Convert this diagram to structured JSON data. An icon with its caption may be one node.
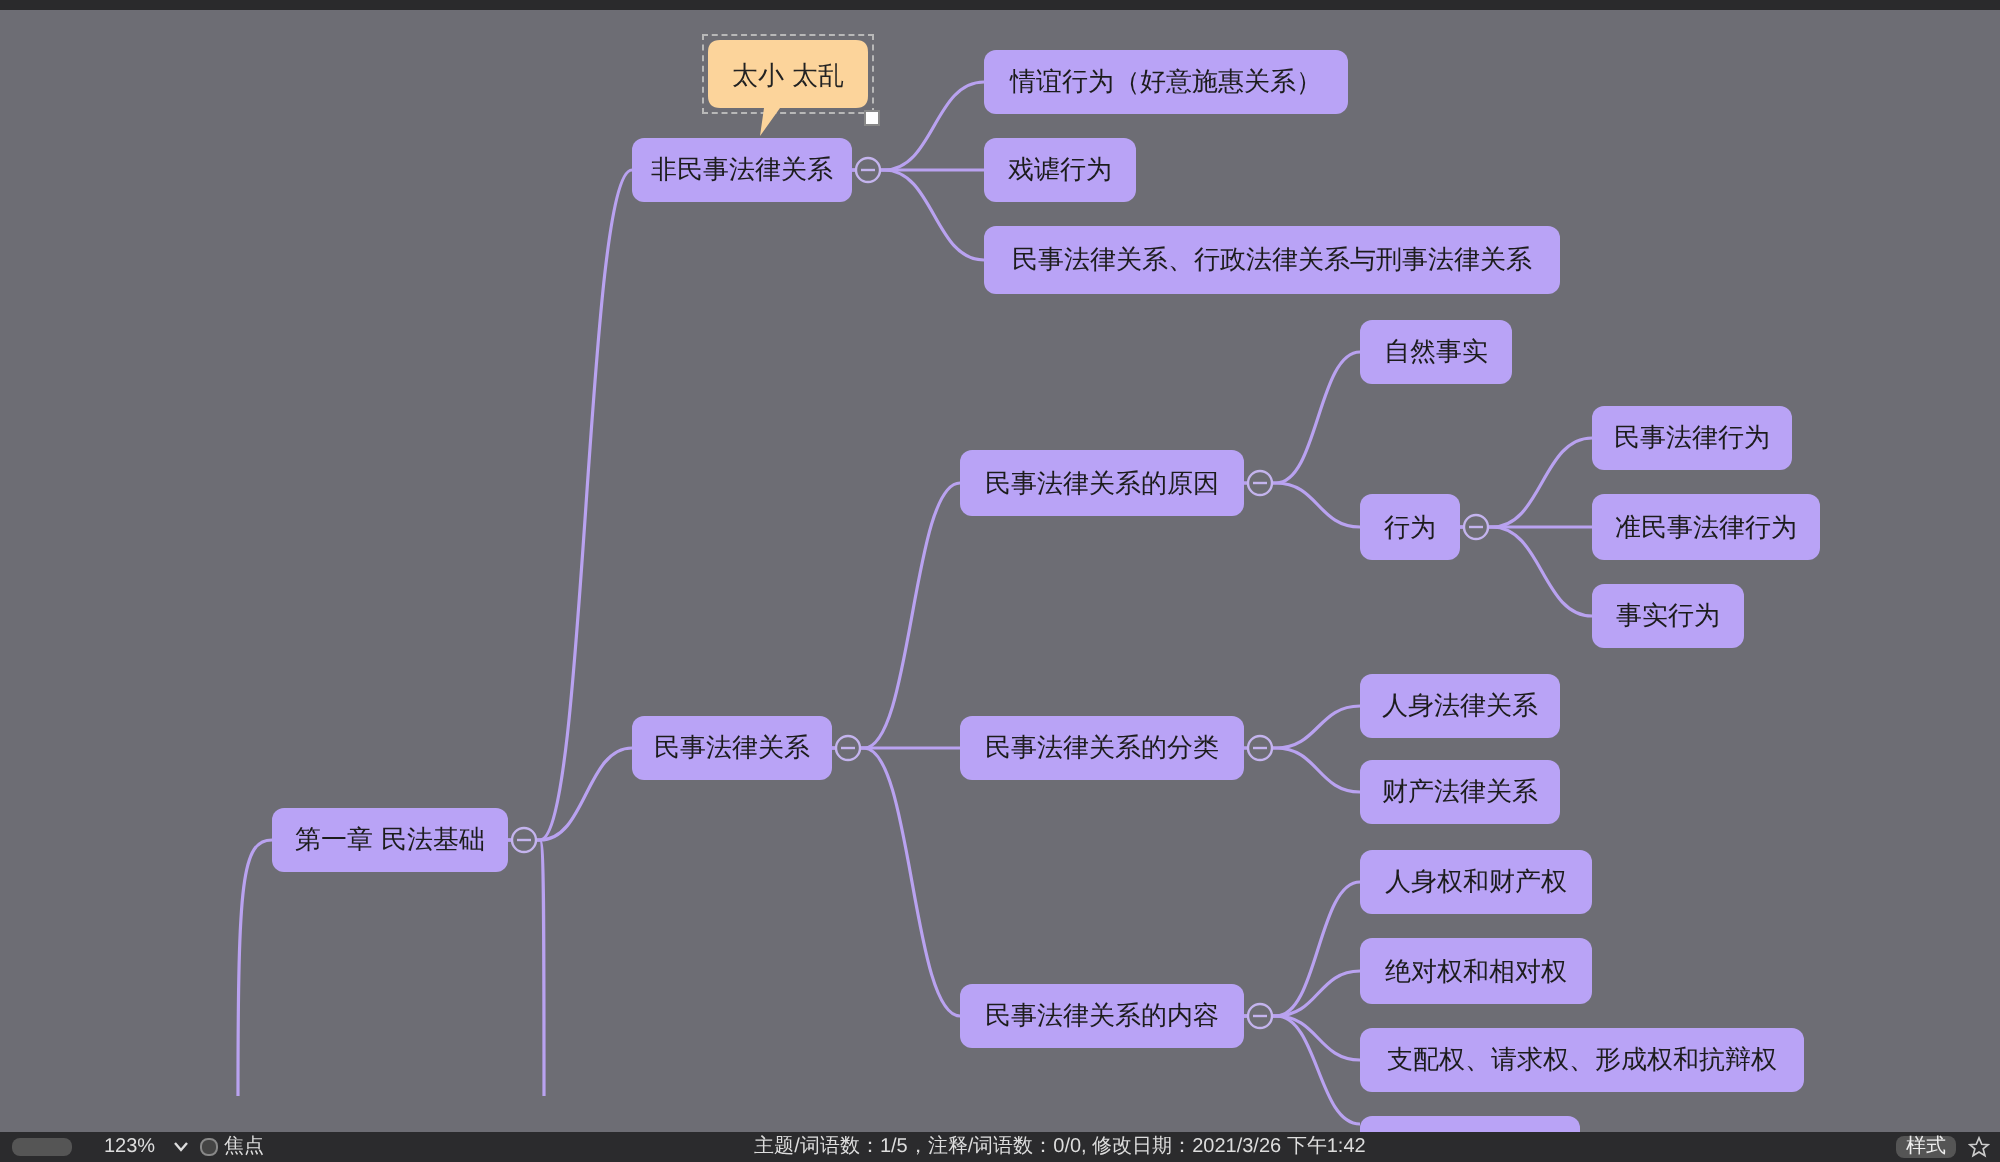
{
  "diagram": {
    "nodes": [
      {
        "text": [
          "第一章 民法基础"
        ]
      },
      {
        "text": [
          "非民事法律关系"
        ]
      },
      {
        "text": [
          "情谊行为（好意施惠关系）"
        ]
      },
      {
        "text": [
          "戏谑行为"
        ]
      },
      {
        "text": [
          "民事法律关系、行政法律关系与刑事法律关系"
        ]
      },
      {
        "text": [
          "民事法律关系"
        ]
      },
      {
        "text": [
          "民事法律关系的原因"
        ]
      },
      {
        "text": [
          "自然事实"
        ]
      },
      {
        "text": [
          "行为"
        ]
      },
      {
        "text": [
          "民事法律行为"
        ]
      },
      {
        "text": [
          "准民事法律行为"
        ]
      },
      {
        "text": [
          "事实行为"
        ]
      },
      {
        "text": [
          "民事法律关系的分类"
        ]
      },
      {
        "text": [
          "人身法律关系"
        ]
      },
      {
        "text": [
          "财产法律关系"
        ]
      },
      {
        "text": [
          "民事法律关系的内容"
        ]
      },
      {
        "text": [
          "人身权和财产权"
        ]
      },
      {
        "text": [
          "绝对权和相对权"
        ]
      },
      {
        "text": [
          "支配权、请求权、形成权和抗辩权"
        ]
      },
      {
        "text": [],
        "shape": "box"
      },
      {
        "text": [
          "太小 太乱"
        ]
      }
    ],
    "edges": [
      {
        "from": 0,
        "to": 1,
        "arrow": "none"
      },
      {
        "from": 0,
        "to": 5,
        "arrow": "none"
      },
      {
        "from": 1,
        "to": 2,
        "arrow": "none"
      },
      {
        "from": 1,
        "to": 3,
        "arrow": "none"
      },
      {
        "from": 1,
        "to": 4,
        "arrow": "none"
      },
      {
        "from": 5,
        "to": 6,
        "arrow": "none"
      },
      {
        "from": 5,
        "to": 12,
        "arrow": "none"
      },
      {
        "from": 5,
        "to": 15,
        "arrow": "none"
      },
      {
        "from": 6,
        "to": 7,
        "arrow": "none"
      },
      {
        "from": 6,
        "to": 8,
        "arrow": "none"
      },
      {
        "from": 8,
        "to": 9,
        "arrow": "none"
      },
      {
        "from": 8,
        "to": 10,
        "arrow": "none"
      },
      {
        "from": 8,
        "to": 11,
        "arrow": "none"
      },
      {
        "from": 12,
        "to": 13,
        "arrow": "none"
      },
      {
        "from": 12,
        "to": 14,
        "arrow": "none"
      },
      {
        "from": 15,
        "to": 16,
        "arrow": "none"
      },
      {
        "from": 15,
        "to": 17,
        "arrow": "none"
      },
      {
        "from": 15,
        "to": 18,
        "arrow": "none"
      },
      {
        "from": 15,
        "to": 19,
        "arrow": "none"
      },
      {
        "from": 0,
        "to": null,
        "arrow": "none"
      },
      {
        "from": null,
        "to": 0,
        "arrow": "none"
      }
    ],
    "labels": [
      "123%",
      "焦点",
      "主题/词语数：1/5，注释/词语数：0/0, 修改日期：2021/3/26 下午1:42",
      "样式"
    ]
  }
}
